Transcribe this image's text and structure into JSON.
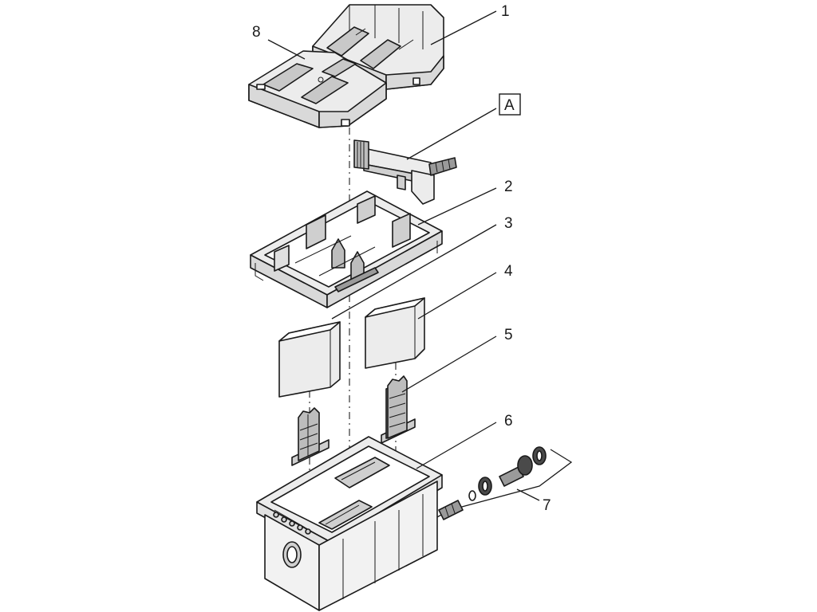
{
  "diagram": {
    "callouts": {
      "c1": "1",
      "c2": "2",
      "c3": "3",
      "c4": "4",
      "c5": "5",
      "c6": "6",
      "c7": "7",
      "c8": "8",
      "cA": "A"
    },
    "colors": {
      "line": "#1a1a1a",
      "fill_light": "#ececec",
      "fill_mid": "#cfcfcf",
      "fill_dark": "#9a9a9a"
    }
  }
}
